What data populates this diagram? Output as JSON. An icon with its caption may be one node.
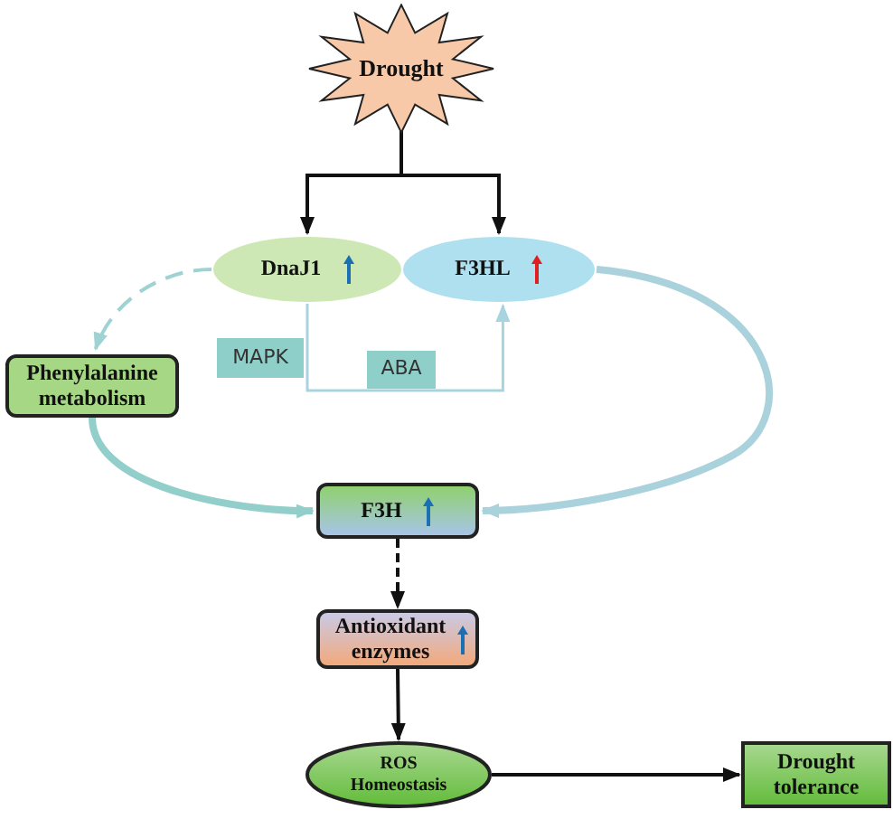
{
  "diagram": {
    "nodes": [
      {
        "text": [
          "Drought"
        ]
      },
      {
        "text": [
          "DnaJ1"
        ]
      },
      {
        "text": [
          "F3HL"
        ]
      },
      {
        "text": [
          "MAPK"
        ]
      },
      {
        "text": [
          "ABA"
        ]
      },
      {
        "text": [
          "Phenylalanine metabolism"
        ]
      },
      {
        "text": [
          "F3H"
        ]
      },
      {
        "text": [
          "Antioxidant enzymes"
        ]
      },
      {
        "text": [
          "ROS Homeostasis"
        ]
      },
      {
        "text": [
          "Drought tolerance"
        ]
      }
    ],
    "edges": [
      {
        "from": 0,
        "to": 1,
        "arrow": "to"
      },
      {
        "from": 0,
        "to": 2,
        "arrow": "to"
      },
      {
        "from": 1,
        "to": 2,
        "arrow": "to",
        "color": "#a8d4e0"
      },
      {
        "from": 1,
        "to": 5,
        "arrow": "to",
        "style": "dashed",
        "color": "#9fd3d3"
      },
      {
        "from": 5,
        "to": 6,
        "arrow": "to",
        "style": "thick",
        "color": "#92cfca"
      },
      {
        "from": 2,
        "to": 6,
        "arrow": "to",
        "style": "thick",
        "color": "#a9d2dc"
      },
      {
        "from": 6,
        "to": 7,
        "arrow": "to",
        "style": "dashed"
      },
      {
        "from": 7,
        "to": 8,
        "arrow": "to"
      },
      {
        "from": 8,
        "to": 9,
        "arrow": "to"
      }
    ]
  }
}
